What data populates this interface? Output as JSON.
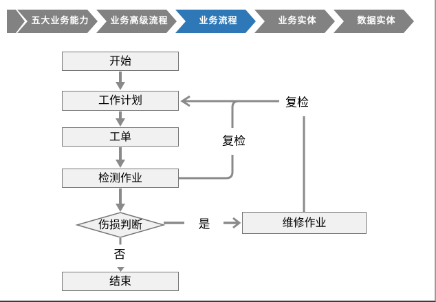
{
  "nav": {
    "items": [
      {
        "id": "five-capabilities",
        "label": "五大业务能力",
        "active": false
      },
      {
        "id": "advanced-process",
        "label": "业务高级流程",
        "active": false
      },
      {
        "id": "business-process",
        "label": "业务流程",
        "active": true
      },
      {
        "id": "business-entity",
        "label": "业务实体",
        "active": false
      },
      {
        "id": "data-entity",
        "label": "数据实体",
        "active": false
      }
    ],
    "colors": {
      "default": "#828282",
      "active": "#2e78b7",
      "text": "#ffffff"
    }
  },
  "flow": {
    "nodes": {
      "start": {
        "label": "开始",
        "type": "process"
      },
      "work_plan": {
        "label": "工作计划",
        "type": "process"
      },
      "work_order": {
        "label": "工单",
        "type": "process"
      },
      "inspection": {
        "label": "检测作业",
        "type": "process"
      },
      "damage_decision": {
        "label": "伤损判断",
        "type": "decision"
      },
      "repair": {
        "label": "维修作业",
        "type": "process"
      },
      "end": {
        "label": "结束",
        "type": "process"
      }
    },
    "edge_labels": {
      "yes": "是",
      "no": "否",
      "recheck_inner": "复检",
      "recheck_outer": "复检"
    },
    "colors": {
      "node_fill": "#f1f1f1",
      "node_border": "#767676",
      "connector": "#8a8a8a",
      "text": "#000000"
    }
  }
}
